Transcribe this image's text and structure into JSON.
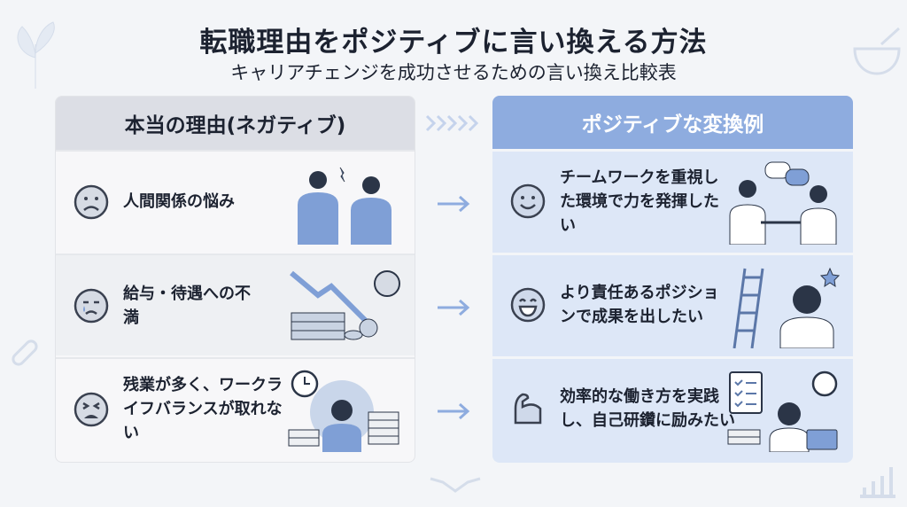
{
  "title": "転職理由をポジティブに言い換える方法",
  "subtitle": "キャリアチェンジを成功させるための言い換え比較表",
  "left_header": "本当の理由(ネガティブ)",
  "right_header": "ポジティブな変換例",
  "rows": [
    {
      "negative": "人間関係の悩み",
      "negative_icon": "sad-face-icon",
      "positive": "チームワークを重視した環境で力を発揮したい",
      "positive_icon": "smile-face-icon"
    },
    {
      "negative": "給与・待遇への不満",
      "negative_icon": "crying-face-icon",
      "positive": "より責任あるポジションで成果を出したい",
      "positive_icon": "grin-face-icon"
    },
    {
      "negative": "残業が多く、ワークライフバランスが取れない",
      "negative_icon": "tired-face-icon",
      "positive": "効率的な働き方を実践し、自己研鑽に励みたい",
      "positive_icon": "flexed-arm-icon"
    }
  ],
  "colors": {
    "accent": "#8eacdf",
    "negative_header": "#dcdee5",
    "positive_bg": "#dde7f7",
    "arrow": "#8eacdf"
  }
}
